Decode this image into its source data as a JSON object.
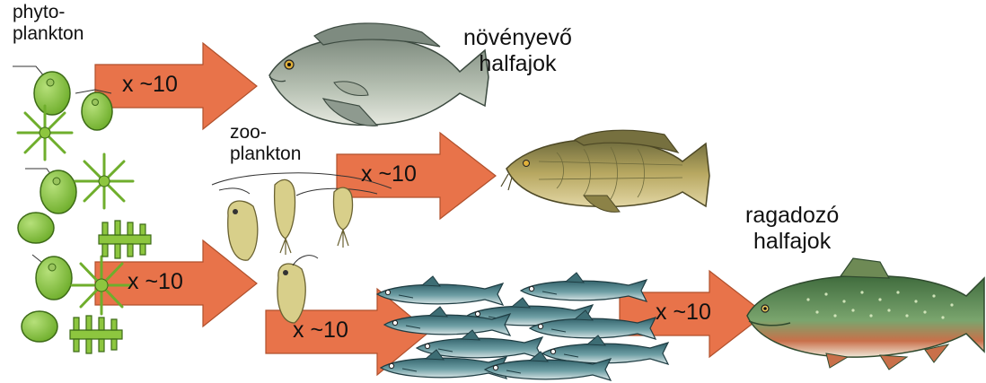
{
  "labels": {
    "phytoplankton_line1": "phyto-",
    "phytoplankton_line2": "plankton",
    "zooplankton_line1": "zoo-",
    "zooplankton_line2": "plankton",
    "herbivorous_line1": "növényevő",
    "herbivorous_line2": "halfajok",
    "predatory_line1": "ragadozó",
    "predatory_line2": "halfajok"
  },
  "arrows": [
    {
      "id": "phyto-to-herbivore",
      "text": "x ~10"
    },
    {
      "id": "zoo-to-carp",
      "text": "x ~10"
    },
    {
      "id": "phyto-to-zoo",
      "text": "x ~10"
    },
    {
      "id": "zoo-to-small-fish",
      "text": "x ~10"
    },
    {
      "id": "small-fish-to-predator",
      "text": "x ~10"
    }
  ],
  "colors": {
    "arrow": "#e8734a",
    "arrow_stroke": "#b0502c",
    "phyto_green": "#8dc63f",
    "zoo_tan": "#d8cf8a",
    "herbivore_fish": "#8f9a8d",
    "carp": "#a89a5c",
    "small_fish": "#4d7f86",
    "trout": "#5a8a55"
  }
}
